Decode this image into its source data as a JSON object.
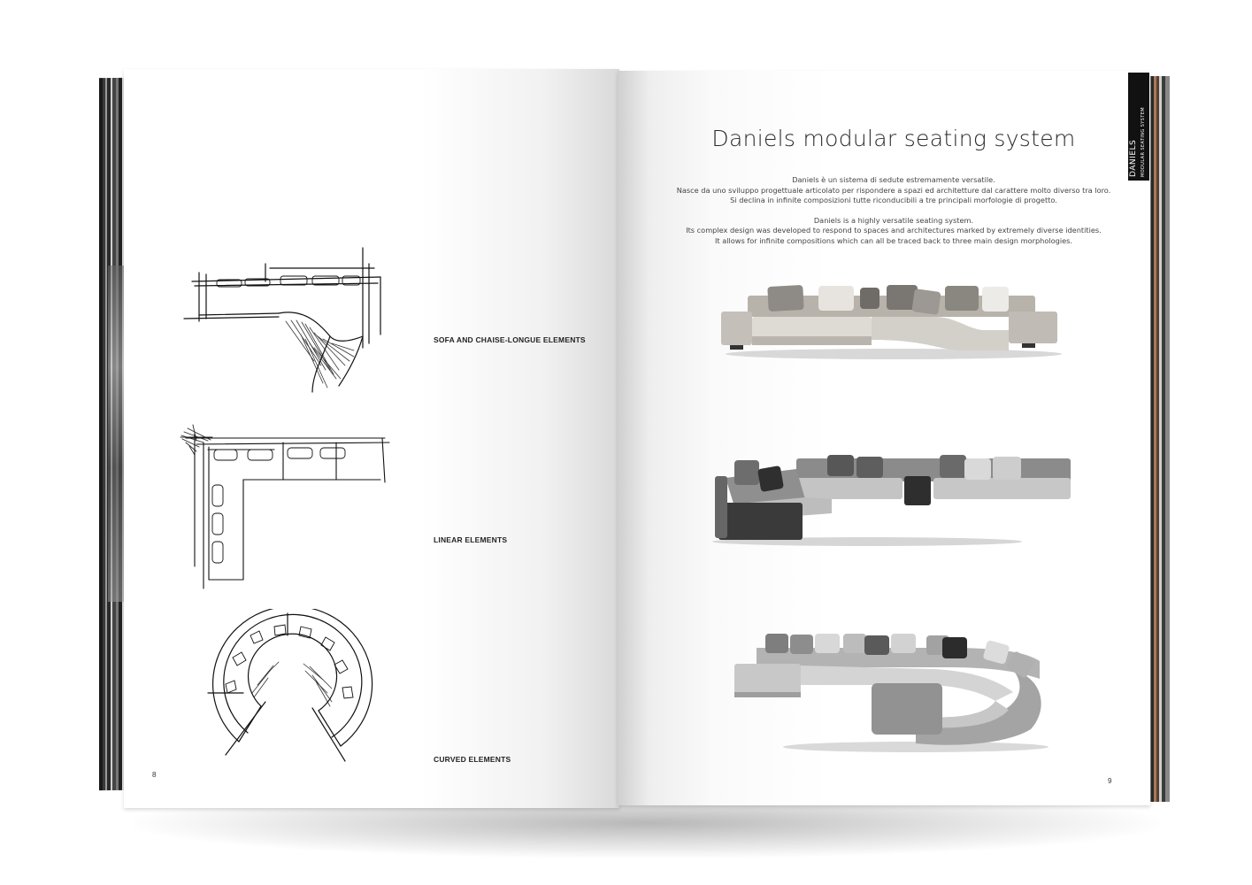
{
  "right_page": {
    "tab_title": "DANIELS",
    "tab_subtitle": "MODULAR SEATING SYSTEM",
    "title": "Daniels modular seating system",
    "italian": [
      "Daniels è un sistema di sedute estremamente versatile.",
      "Nasce da uno sviluppo progettuale articolato per rispondere a spazi ed architetture dal carattere molto diverso tra loro.",
      "Si declina in infinite composizioni tutte riconducibili a tre principali morfologie di progetto."
    ],
    "english": [
      "Daniels is a highly versatile seating system.",
      "Its complex design was developed to respond to spaces and architectures marked by extremely diverse identities.",
      "It allows for infinite compositions which can all be traced back to three main design morphologies."
    ],
    "page_number": "9"
  },
  "left_page": {
    "captions": {
      "sofa_chaise": "SOFA AND CHAISE-LONGUE ELEMENTS",
      "linear": "LINEAR ELEMENTS",
      "curved": "CURVED ELEMENTS"
    },
    "page_number": "8"
  },
  "colors": {
    "tab": "#111111",
    "sofa_light": "#cfcbc4",
    "sofa_mid": "#9a9a9a",
    "sofa_dark": "#3c3c3c"
  }
}
